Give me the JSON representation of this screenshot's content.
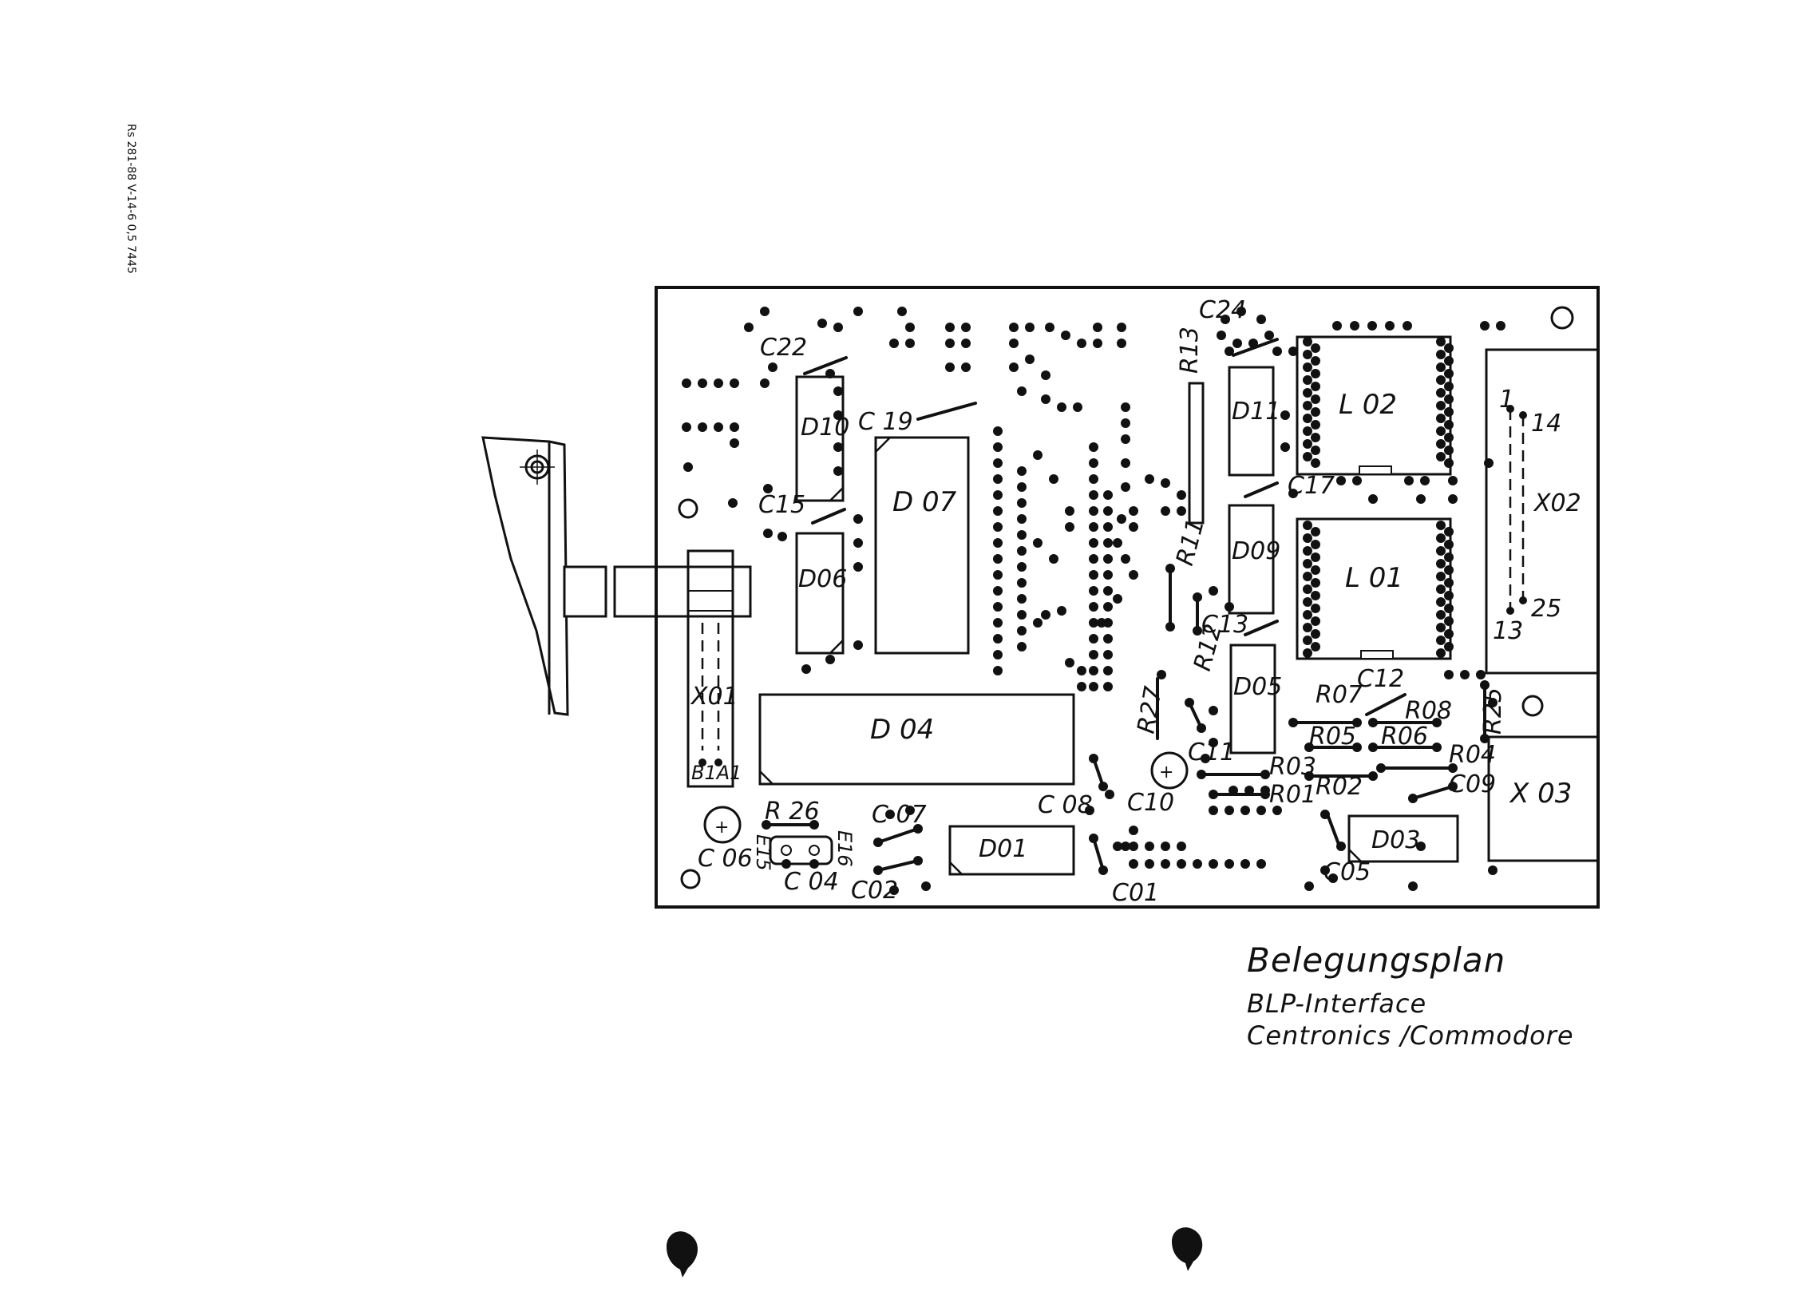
{
  "side_code": "Rs 281-88 V-14-6 0,5 7445",
  "caption": {
    "title": "Belegungsplan",
    "line1": "BLP-Interface",
    "line2": "Centronics /Commodore"
  },
  "ics": {
    "D10": "D10",
    "D06": "D06",
    "D07": "D 07",
    "D04": "D 04",
    "D01": "D01",
    "D11": "D11",
    "D09": "D09",
    "D05": "D05",
    "D03": "D03",
    "L02": "L 02",
    "L01": "L 01"
  },
  "connectors": {
    "X01": "X01",
    "X01_pins": "B1A1",
    "X02": "X02",
    "X02_pin1": "1",
    "X02_pin14": "14",
    "X02_pin13": "13",
    "X02_pin25": "25",
    "X03": "X 03"
  },
  "capacitors": {
    "C22": "C22",
    "C19": "C 19",
    "C15": "C15",
    "C24": "C24",
    "C17": "C17",
    "C13": "C13",
    "C12": "C12",
    "C11": "C11",
    "C10": "C10",
    "C09": "C09",
    "C08": "C 08",
    "C07": "C 07",
    "C06": "C 06",
    "C05": "C05",
    "C04": "C 04",
    "C02": "C02",
    "C01": "C01"
  },
  "resistors": {
    "R26": "R 26",
    "R27": "R27",
    "R13": "R13",
    "R11": "R11",
    "R12": "R12",
    "R07": "R07",
    "R08": "R08",
    "R05": "R05",
    "R06": "R06",
    "R25": "R25",
    "R04": "R04",
    "R03": "R03",
    "R02": "R02",
    "R01": "R01"
  },
  "jumpers": {
    "E15": "E15",
    "E16": "E16"
  }
}
